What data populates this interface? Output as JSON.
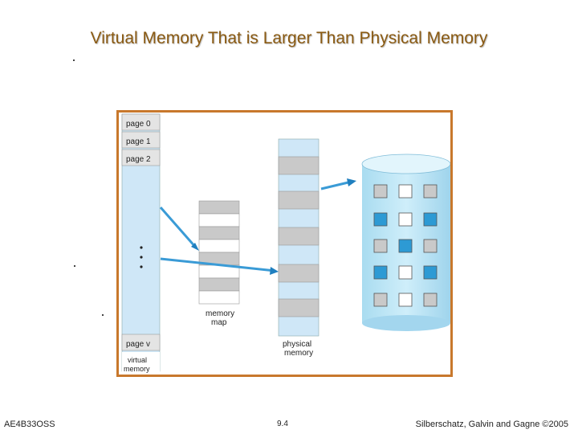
{
  "title": "Virtual Memory That is Larger Than Physical Memory",
  "footer": {
    "course": "AE4B33OSS",
    "page": "9.4",
    "credit": "Silberschatz, Galvin and Gagne ©2005"
  },
  "diagram": {
    "virtual_pages": [
      "page 0",
      "page 1",
      "page 2"
    ],
    "ellipsis": "•\n•\n•",
    "last_page": "page v",
    "virtual_label": [
      "virtual",
      "memory"
    ],
    "map_label": [
      "memory",
      "map"
    ],
    "physical_label": [
      "physical",
      "memory"
    ]
  }
}
